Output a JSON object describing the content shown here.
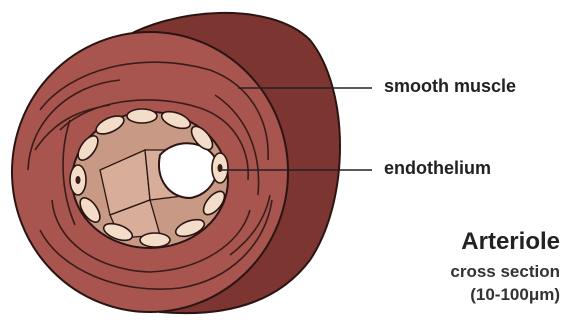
{
  "labels": {
    "smooth_muscle": "smooth muscle",
    "endothelium": "endothelium"
  },
  "caption": {
    "title": "Arteriole",
    "subtitle": "cross section",
    "size": "(10-100μm)"
  },
  "colors": {
    "muscle": "#a8554f",
    "muscle_dark": "#7d3531",
    "muscle_outer_rim": "#6e2a27",
    "endothelial_cell": "#f3dcc8",
    "lumen_wall": "#c89a86",
    "outline": "#2a1512"
  }
}
